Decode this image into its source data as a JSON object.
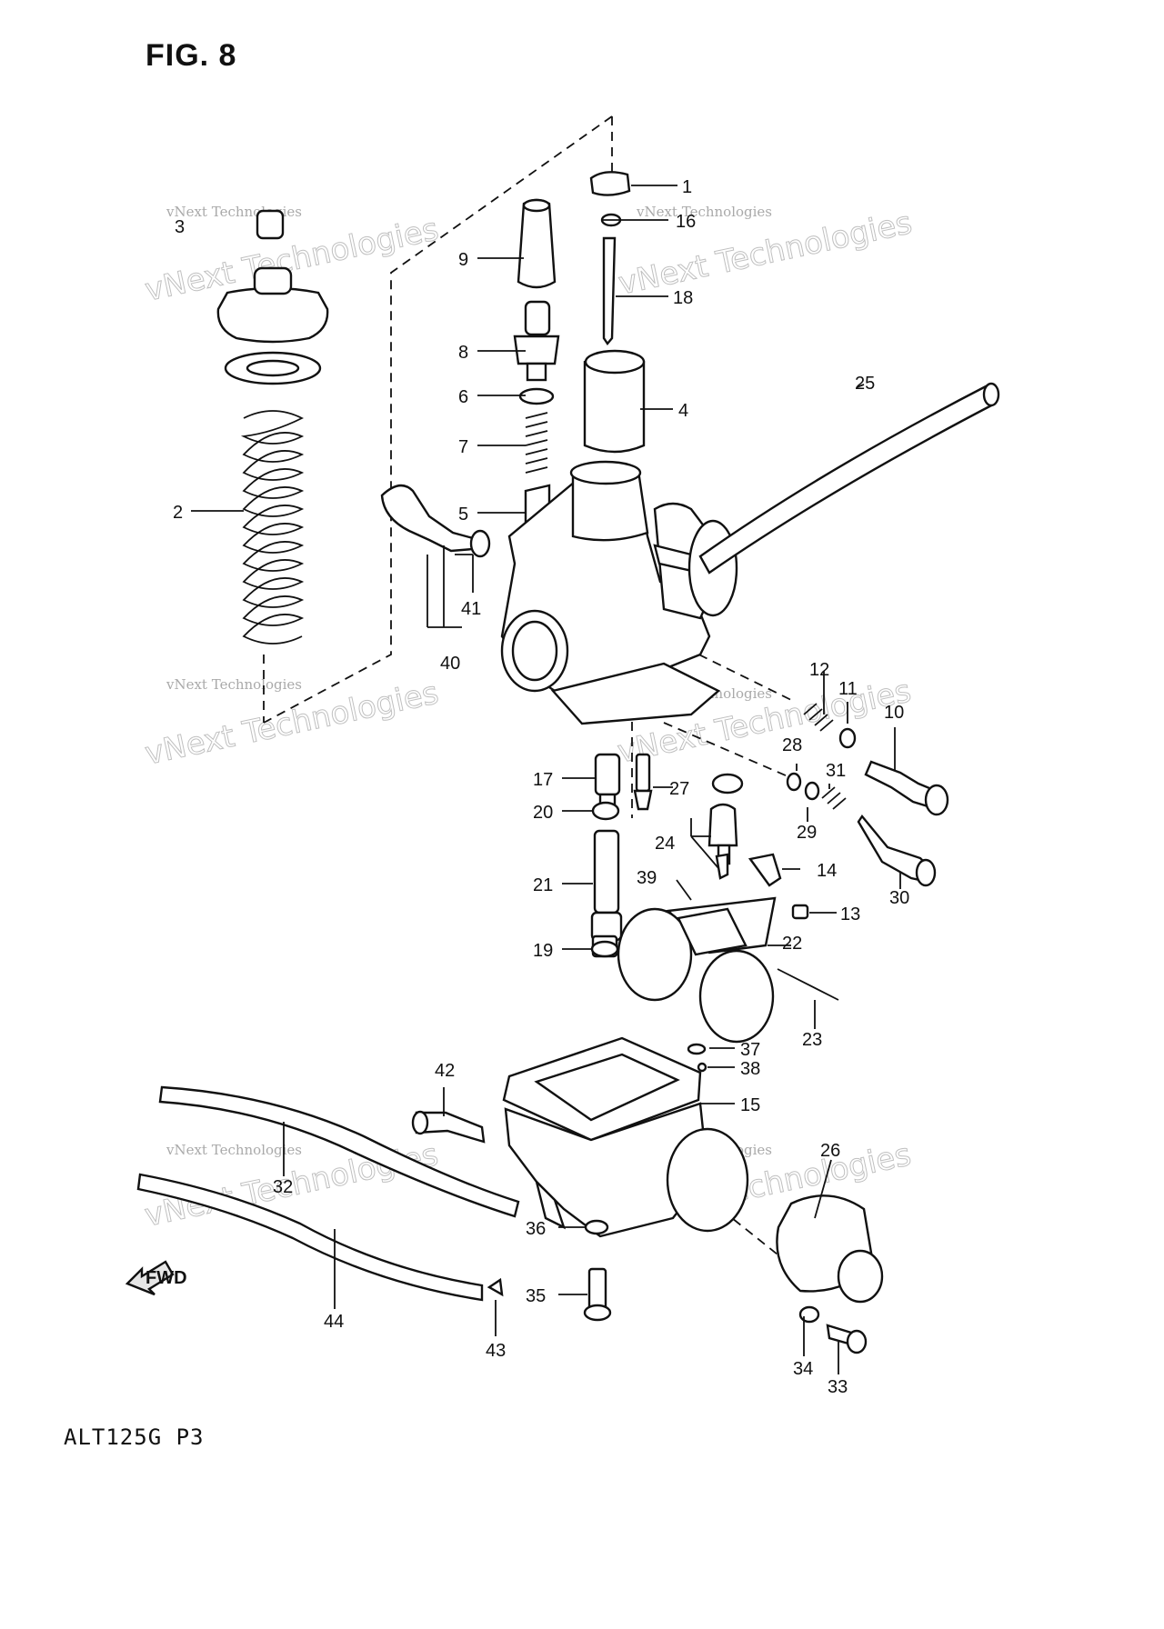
{
  "figure_title": "FIG. 8",
  "model_code": "ALT125G P3",
  "fwd_label": "FWD",
  "watermark": {
    "line1": "vNext Technologies",
    "big": "vNext Technologies"
  },
  "callouts": [
    "1",
    "2",
    "3",
    "4",
    "5",
    "6",
    "7",
    "8",
    "9",
    "10",
    "11",
    "12",
    "13",
    "14",
    "15",
    "16",
    "17",
    "18",
    "19",
    "20",
    "21",
    "22",
    "23",
    "24",
    "25",
    "26",
    "27",
    "28",
    "29",
    "30",
    "31",
    "32",
    "33",
    "34",
    "35",
    "36",
    "37",
    "38",
    "39",
    "40",
    "41",
    "42",
    "43",
    "44"
  ]
}
